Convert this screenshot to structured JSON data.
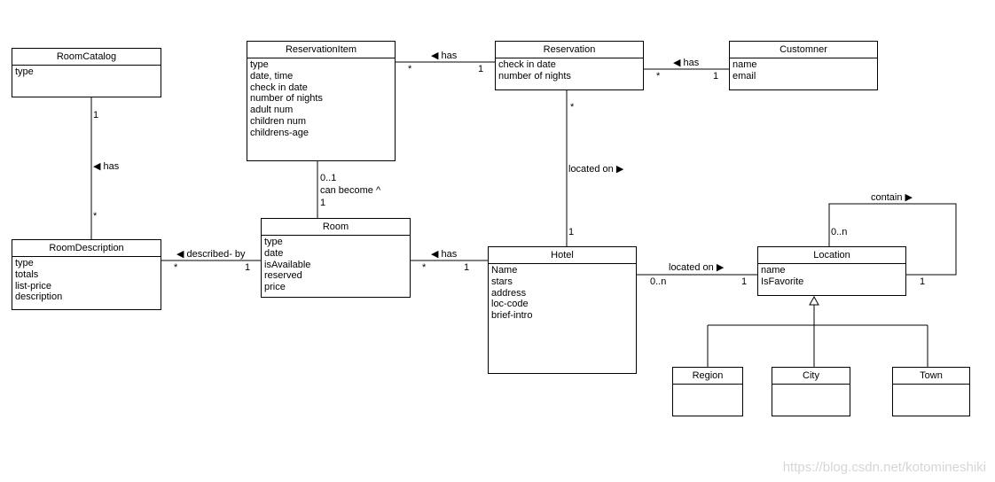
{
  "classes": {
    "room_catalog": {
      "name": "RoomCatalog",
      "attributes": [
        "type"
      ]
    },
    "room_description": {
      "name": "RoomDescription",
      "attributes": [
        "type",
        "totals",
        "list-price",
        "description"
      ]
    },
    "reservation_item": {
      "name": "ReservationItem",
      "attributes": [
        "type",
        "date, time",
        "check in date",
        "number of nights",
        "adult num",
        "children num",
        "childrens-age"
      ]
    },
    "room": {
      "name": "Room",
      "attributes": [
        "type",
        "date",
        "isAvailable",
        "reserved",
        "price"
      ]
    },
    "reservation": {
      "name": "Reservation",
      "attributes": [
        "check in date",
        "number of nights"
      ]
    },
    "customer": {
      "name": "Customner",
      "attributes": [
        "name",
        "email"
      ]
    },
    "hotel": {
      "name": "Hotel",
      "attributes": [
        "Name",
        "stars",
        "address",
        "loc-code",
        "brief-intro"
      ]
    },
    "location": {
      "name": "Location",
      "attributes": [
        "name",
        "IsFavorite"
      ]
    },
    "region": {
      "name": "Region",
      "attributes": []
    },
    "city": {
      "name": "City",
      "attributes": []
    },
    "town": {
      "name": "Town",
      "attributes": []
    }
  },
  "associations": {
    "catalog_desc": {
      "label": "◀ has",
      "end_a": "1",
      "end_b": "*"
    },
    "desc_room": {
      "label": "◀ described- by",
      "end_a": "*",
      "end_b": "1"
    },
    "item_room": {
      "label": "can become ^",
      "end_a": "0..1",
      "end_b": "1"
    },
    "item_reservation": {
      "label": "◀ has",
      "end_a": "*",
      "end_b": "1"
    },
    "reservation_customer": {
      "label": "◀ has",
      "end_a": "*",
      "end_b": "1"
    },
    "reservation_hotel": {
      "label": "located on ▶",
      "end_a": "*",
      "end_b": "1"
    },
    "room_hotel": {
      "label": "◀ has",
      "end_a": "*",
      "end_b": "1"
    },
    "hotel_location": {
      "label": "located on ▶",
      "end_a": "0..n",
      "end_b": "1"
    },
    "location_self": {
      "label": "contain ▶",
      "end_a": "0..n",
      "end_b": "1"
    }
  },
  "watermark": "https://blog.csdn.net/kotomineshiki"
}
